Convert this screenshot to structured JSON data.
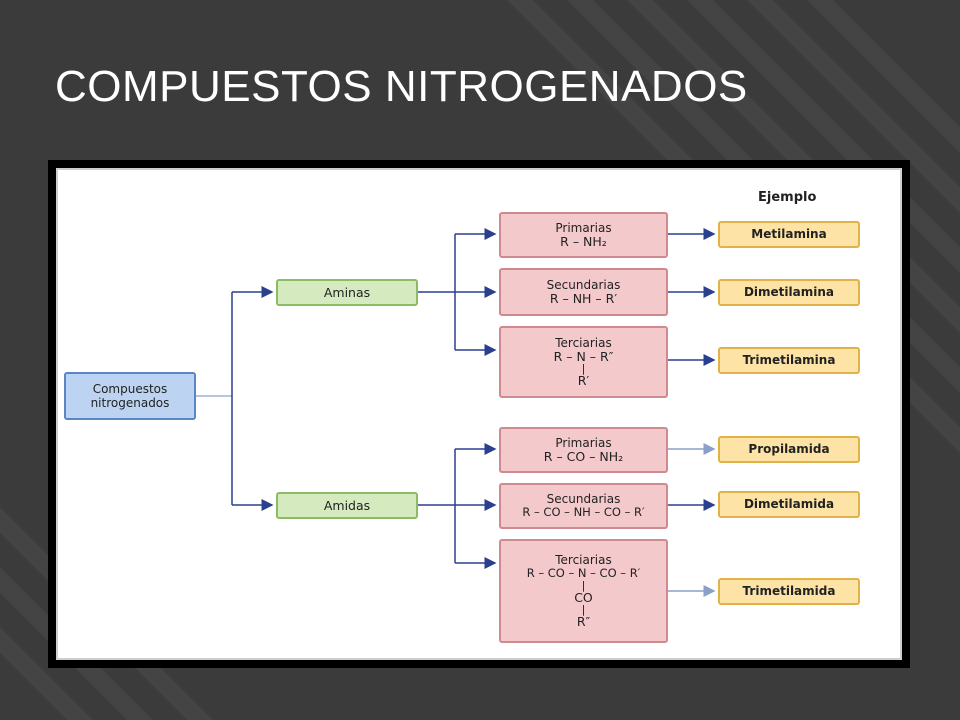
{
  "slide": {
    "title": "COMPUESTOS NITROGENADOS"
  },
  "diagram": {
    "root": "Compuestos nitrogenados",
    "example_header": "Ejemplo",
    "aminas": {
      "label": "Aminas",
      "primarias": {
        "name": "Primarias",
        "formula": "R – NH₂",
        "example": "Metilamina"
      },
      "secundarias": {
        "name": "Secundarias",
        "formula": "R – NH – R′",
        "example": "Dimetilamina"
      },
      "terciarias": {
        "name": "Terciarias",
        "formula": "R – N – R″",
        "bar": "|",
        "sub": "R′",
        "example": "Trimetilamina"
      }
    },
    "amidas": {
      "label": "Amidas",
      "primarias": {
        "name": "Primarias",
        "formula": "R – CO – NH₂",
        "example": "Propilamida"
      },
      "secundarias": {
        "name": "Secundarias",
        "formula": "R – CO – NH – CO – R′",
        "example": "Dimetilamida"
      },
      "terciarias": {
        "name": "Terciarias",
        "formula": "R – CO – N – CO – R′",
        "bar1": "|",
        "sub1": "CO",
        "bar2": "|",
        "sub2": "R″",
        "example": "Trimetilamida"
      }
    }
  }
}
